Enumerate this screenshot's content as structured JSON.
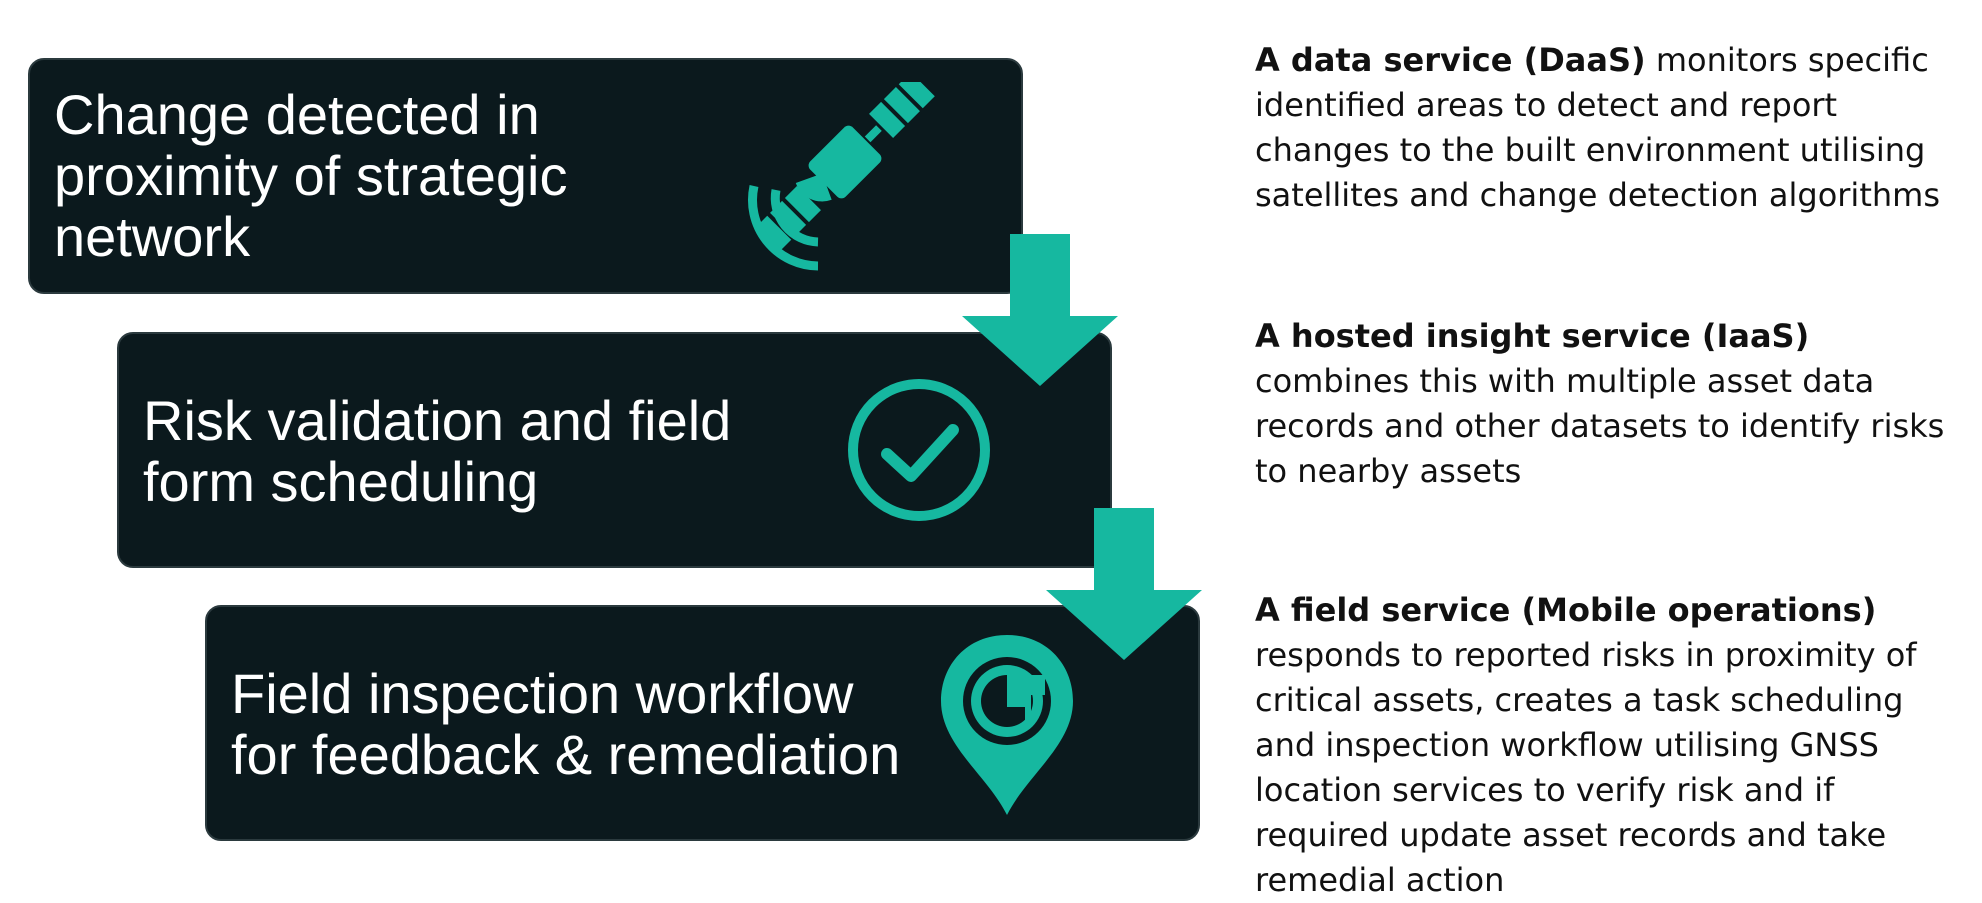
{
  "accent_color": "#16b8a0",
  "card_color": "#0b191d",
  "steps": [
    {
      "title": "Change detected in\nproximity of strategic\nnetwork",
      "icon": "satellite-icon"
    },
    {
      "title": "Risk validation and field\nform scheduling",
      "icon": "check-circle-icon"
    },
    {
      "title": "Field inspection workflow\nfor feedback & remediation",
      "icon": "location-pin-g-icon"
    }
  ],
  "descriptions": [
    {
      "lead": "A data service (DaaS)",
      "text": " monitors specific identified areas to detect and report changes to the built environment utilising satellites and change detection algorithms"
    },
    {
      "lead": "A hosted insight service (IaaS)",
      "text": " combines this with multiple asset data records and other datasets to identify risks to nearby assets"
    },
    {
      "lead": "A field service (Mobile operations)",
      "text": " responds to reported risks in proximity of critical assets, creates a task scheduling and inspection workflow utilising GNSS location services to verify risk and if required update asset records and take remedial action"
    }
  ]
}
